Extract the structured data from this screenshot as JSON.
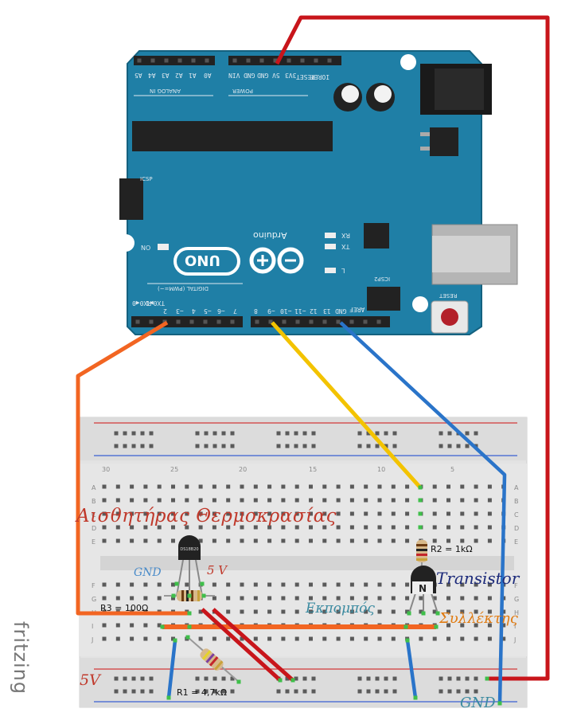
{
  "arduino": {
    "brand_logo_text": "Arduino",
    "model_text": "UNO",
    "analog_header": "ANALOG IN",
    "analog_pins": [
      "A5",
      "A4",
      "A3",
      "A2",
      "A1",
      "A0"
    ],
    "power_header": "POWER",
    "power_pins": [
      "VIN",
      "GND",
      "GND",
      "5V",
      "3V3",
      "RESET",
      "IOREF"
    ],
    "digital_header": "DIGITAL (PWM=~)",
    "digital_pins_left": [
      "RX0◀0",
      "TX0▶1",
      "2",
      "~3",
      "4",
      "~5",
      "~6",
      "7"
    ],
    "digital_pins_right": [
      "8",
      "~9",
      "~10",
      "~11",
      "12",
      "13",
      "GND",
      "AREF"
    ],
    "icsp_label": "ICSP",
    "icsp2_label": "ICSP2",
    "led_on": "ON",
    "led_tx": "TX",
    "led_rx": "RX",
    "led_l": "L",
    "reset_label": "RESET"
  },
  "breadboard": {
    "top_numbers": [
      "30",
      "25",
      "20",
      "15",
      "10",
      "5"
    ],
    "row_letters_top": [
      "A",
      "B",
      "C",
      "D",
      "E"
    ],
    "row_letters_bottom": [
      "F",
      "G",
      "H",
      "I",
      "J"
    ]
  },
  "annotations": {
    "sensor_title": "Αισθητήρας Θερμοκρασίας",
    "sensor_gnd": "GND",
    "sensor_5v": "5 V",
    "sensor_chip": "DS18B20",
    "r3": "R3 = 100Ω",
    "r2": "R2 = 1kΩ",
    "r1": "R1 = 4,7kΩ",
    "transistor": "Transistor",
    "transistor_chip": "N",
    "emitter": "Εκπομπός",
    "collector": "Συλλέκτης",
    "rail_5v": "5V",
    "rail_gnd": "GND",
    "watermark": "fritzing"
  },
  "colors": {
    "board": "#1f7fa6",
    "board_dark": "#16607e",
    "wire_red": "#c8151b",
    "wire_orange": "#f26522",
    "wire_yellow": "#f3c300",
    "wire_blue": "#2a74c9",
    "title_red": "#c0392b",
    "label_blue": "#4a8bc9",
    "label_orange": "#e07a10",
    "label_navy": "#1c2a7a",
    "label_teal": "#3a8aa0"
  }
}
